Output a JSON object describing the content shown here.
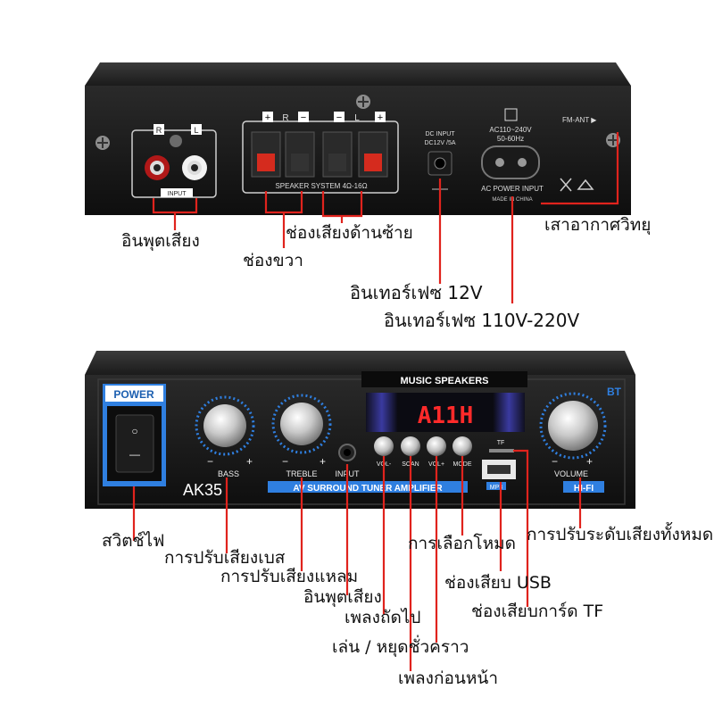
{
  "rear_panel": {
    "input_box_R": "R",
    "input_box_L": "L",
    "input_label": "INPUT",
    "speaker_plus": "+",
    "speaker_minus": "−",
    "speaker_R": "R",
    "speaker_L": "L",
    "speaker_system": "SPEAKER SYSTEM 4Ω-16Ω",
    "dc_input_line1": "DC INPUT",
    "dc_input_line2": "DC12V /5A",
    "ac_line1": "AC110~240V",
    "ac_line2": "50-60Hz",
    "ac_power_input": "AC POWER INPUT",
    "made_in_china": "MADE IN CHINA",
    "fm_ant": "FM-ANT ▶"
  },
  "front_panel": {
    "power_label": "POWER",
    "switch_off": "○",
    "switch_on": "—",
    "bass_label": "BASS",
    "treble_label": "TREBLE",
    "input_label": "INPUT",
    "minus": "−",
    "plus": "+",
    "music_speakers": "MUSIC SPEAKERS",
    "display_value": "A11H",
    "btn_vol_minus": "VOL-",
    "btn_scan": "SCAN",
    "btn_vol_plus": "VOL+",
    "btn_mode": "MODE",
    "tf_label": "TF",
    "mp3_label": "MP3",
    "bt_label": "BT",
    "volume_label": "VOLUME",
    "model": "AK35",
    "av_label": "AV SURROUND TUNER AMPLIFIER",
    "hifi_label": "HI-FI"
  },
  "callouts": {
    "audio_input_rear": "อินพุตเสียง",
    "left_channel": "ช่องเสียงด้านซ้าย",
    "right_channel": "ช่องขวา",
    "fm_antenna": "เสาอากาศวิทยุ",
    "interface_12v": "อินเทอร์เฟซ 12V",
    "interface_ac": "อินเทอร์เฟซ 110V-220V",
    "power_switch": "สวิตช์ไฟ",
    "bass_adjust": "การปรับเสียงเบส",
    "treble_adjust": "การปรับเสียงแหลม",
    "audio_input_front": "อินพุตเสียง",
    "next_track": "เพลงถัดไป",
    "play_pause": "เล่น / หยุดชั่วคราว",
    "prev_track": "เพลงก่อนหน้า",
    "mode_select": "การเลือกโหมด",
    "usb_port": "ช่องเสียบ USB",
    "tf_port": "ช่องเสียบการ์ด TF",
    "master_volume": "การปรับระดับเสียงทั้งหมด"
  },
  "colors": {
    "callout_line": "#e0231d",
    "panel_dark": "#141414",
    "accent_blue": "#2f7fe0",
    "display_red": "#ff2a2a"
  }
}
